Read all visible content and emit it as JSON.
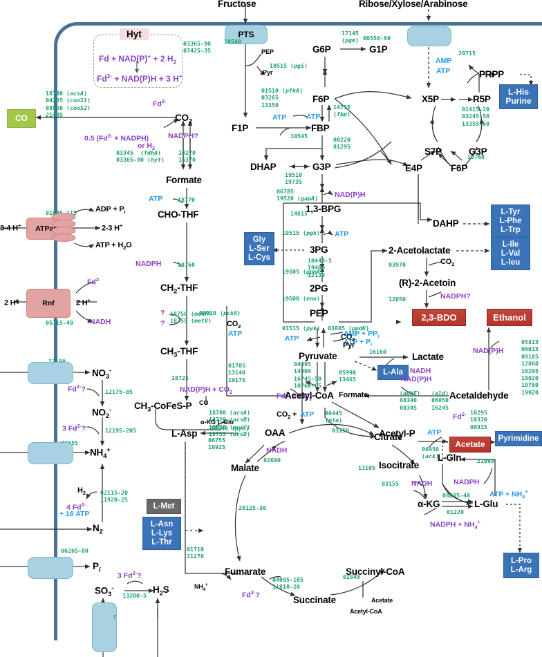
{
  "figure": {
    "type": "metabolic-pathway-diagram",
    "organism_cell": "bacterial cell with membrane",
    "title_external_substrates": [
      "Fructose",
      "Ribose/Xylose/Arabinose"
    ]
  },
  "external": {
    "fructose": "Fructose",
    "pentoses": "Ribose/Xylose/Arabinose"
  },
  "transporters": {
    "pts": "PTS",
    "atpase": "ATPase",
    "rnf": "Rnf",
    "pts_gene": "10540",
    "pentose_gene": "00550-60",
    "atpase_gene": "01075-115",
    "rnf_gene": "05715-40",
    "no3_gene": "12190",
    "nh4_gene": "01655",
    "pi_gene": "06265-80",
    "so3_gene": "?"
  },
  "hyt": {
    "label": "Hyt",
    "top_eq": "Fd + NAD(P)<sup>+</sup> + 2 H<sub>2</sub>",
    "bottom_eq": "Fd<sup>2-</sup> + NAD(P)H + 3 H<sup>+</sup>",
    "genes": "03365-90\n07425-35"
  },
  "boxes": {
    "co": "CO",
    "l_his_purine": "L-His\nPurine",
    "gly_ser_cys": "Gly\nL-Ser\nL-Cys",
    "tyr_phe_trp": "L-Tyr\nL-Phe\nL-Trp",
    "ile_val_leu": "L-Ile\nL-Val\nL-leu",
    "bdo": "2,3-BDO",
    "ethanol": "Ethanol",
    "acetate": "Acetate",
    "l_ala": "L-Ala",
    "pyrimidine": "Pyrimidine",
    "l_met": "L-Met",
    "asn_lys_thr": "L-Asn\nL-Lys\nL-Thr",
    "pro_arg": "L-Pro\nL-Arg"
  },
  "metabolites": {
    "g6p": "G6P",
    "g1p": "G1P",
    "f6p": "F6P",
    "fbp": "FBP",
    "f1p": "F1P",
    "dhap": "DHAP",
    "g3p": "G3P",
    "bpg13": "1,3-BPG",
    "pg3": "3PG",
    "pg2": "2PG",
    "pep": "PEP",
    "pyruvate": "Pyruvate",
    "acetyl_coa": "Acetyl-CoA",
    "x5p": "X5P",
    "r5p": "R5P",
    "s7p": "S7P",
    "g3p2": "G3P",
    "e4p": "E4P",
    "f6p2": "F6P",
    "prpp": "PRPP",
    "dahp": "DAHP",
    "acetolactate": "2-Acetolactate",
    "acetoin": "(R)-2-Acetoin",
    "lactate": "Lactate",
    "acetaldehyde": "Acetaldehyde",
    "acetyl_p": "Acetyl-P",
    "oaa": "OAA",
    "malate": "Malate",
    "fumarate": "Fumarate",
    "succinate": "Succinate",
    "succinyl_coa": "Succinyl-CoA",
    "citrate": "Citrate",
    "isocitrate": "Isocitrate",
    "akg": "α-KG",
    "l_asp": "L-Asp",
    "l_gln": "L-Gln",
    "l_glu": "L-Glu",
    "co2": "CO<sub>2</sub>",
    "formate": "Formate",
    "cho_thf": "CHO-THF",
    "ch2_thf": "CH<sub>2</sub>-THF",
    "ch3_thf": "CH<sub>3</sub>-THF",
    "ch3_cofesp": "CH<sub>3</sub>-CoFeS-P",
    "no3": "NO<sub>3</sub><sup>-</sup>",
    "no2": "NO<sub>2</sub><sup>-</sup>",
    "nh4": "NH<sub>4</sub><sup>+</sup>",
    "n2": "N<sub>2</sub>",
    "pi": "P<sub>i</sub>",
    "so3": "SO<sub>3</sub><sup>-</sup>",
    "h2s": "H<sub>2</sub>S"
  },
  "cofactors": {
    "pep": "PEP",
    "pyr": "Pyr",
    "atp": "ATP",
    "amp": "AMP",
    "nadph_q": "NADPH?",
    "nadph": "NADPH",
    "nadh": "NADH",
    "nadph_plus": "NAD(P)H",
    "fd2": "Fd<sup>2-</sup>",
    "fd2_q": "Fd<sup>2-</sup>?",
    "fd3_q": "3 Fd<sup>2-</sup>?",
    "fd4": "4 Fd<sup>2-</sup>",
    "atp16": "+ 16 ATP",
    "h2": "H<sub>2</sub>",
    "co2": "CO<sub>2</sub>",
    "adp_pi": "ADP + P<sub>i</sub>",
    "atp_h2o": "ATP + H<sub>2</sub>O",
    "h34": "3-4 H<sup>+</sup>",
    "h23": "2-3 H<sup>+</sup>",
    "h2p": "2 H<sup>+</sup>",
    "amp_ppi": "AMP + PP<sub>i</sub>",
    "atp_pi": "ATP + P<sub>i</sub>",
    "fd2_co2": "Fd<sup>2-</sup> + CO<sub>2</sub>",
    "formate": "Formate",
    "co2_atp": "CO<sub>2</sub> + ATP",
    "akg_glu": "α-KG L-Glu",
    "co": "CO",
    "nh4": "NH<sub>4</sub><sup>+</sup>",
    "atp_nh4": "ATP + NH<sub>4</sub><sup>+</sup>",
    "nadph_nh4": "NADPH + NH<sub>4</sub><sup>+</sup>",
    "acetate": "Acetate",
    "acetyl_coa": "Acetyl-CoA",
    "half_fd_nadph": "0.5 (Fd<sup>2-</sup> + NADPH)",
    "or_h2": "or H<sub>2</sub>",
    "q": "?",
    "nadph_q2": "NAD(P)H + CO<sub>2</sub>"
  },
  "genes": {
    "co_dehydrogenase": "18780 (acsA)\n04285 (cooS1)\n08960 (cooS2)\n21405",
    "fdh": "03345 (fdhA)\n03365-90 (hyt)",
    "fdh_right": "10270\n16370",
    "formate_thf": "18770",
    "cho_ch2": "18760",
    "metfv": "18750 (metF)\n18755 (metV)",
    "ch3_thf_cofesp": "18725",
    "acs_cluster": "18780 (acsA)\n18720 (acsB)\n18730 (acsC)\n18735 (acsD)",
    "pgm": "17145\n(pgm)",
    "pgi": "18515 (pgi)",
    "pfka": "01510 (pfkA)\n03265\n13350",
    "fbp": "14735\n(fbp)",
    "f1p_fbp": "10545",
    "fba": "00220\n01295",
    "tpi": "19510\n19735",
    "gapa": "06785\n19520 (gapA)",
    "pgk": "19515 (pgk)",
    "gpma": "19505 (gpmA)",
    "eno": "19500 (eno)",
    "pyk": "01515 (pyk)",
    "ppdk": "03885 (ppdK)",
    "pcka": "02910 (pckA)",
    "pfor": "04395\n14900\n16745-50\n10760-65",
    "pfl": "05990\n13465",
    "pdh_left": "01705\n13140\n19175",
    "pyc": "18640 (pyc)",
    "cs": "03150",
    "acn": "13105",
    "icd": "03155",
    "gdh": "08635-40",
    "gdh2": "01220",
    "glna": "21060",
    "mdh": "02690",
    "fum": "20125-30",
    "frd": "04095-105\n11810-20",
    "suc_coa": "02845",
    "aspartate": "06755\n10925",
    "asp_ammonia": "01710\n21270",
    "ldh": "16160",
    "adhe": "(adhE)\n08340\n08345",
    "ald": "(ald)\n06050\n16245",
    "ethanol_list": "05815\n06015\n09185\n12860\n16295\n18020\n19780\n19920",
    "aldehyde_red": "10295\n10330\n08915",
    "pta": "06445\n(pta)",
    "ack": "06450\n(ack)",
    "als": "10440-5\n19400\n12130",
    "aldb": "03970",
    "bdh": "12050",
    "dahp_syn": "14815",
    "ppp_tkt": "01415-20\n03245-50\n13355-60",
    "tal": "19760",
    "prpp": "20715",
    "nar": "12175-85",
    "nir": "12195-205",
    "nif": "02115-20\n11920-25",
    "sir": "13200-5"
  }
}
